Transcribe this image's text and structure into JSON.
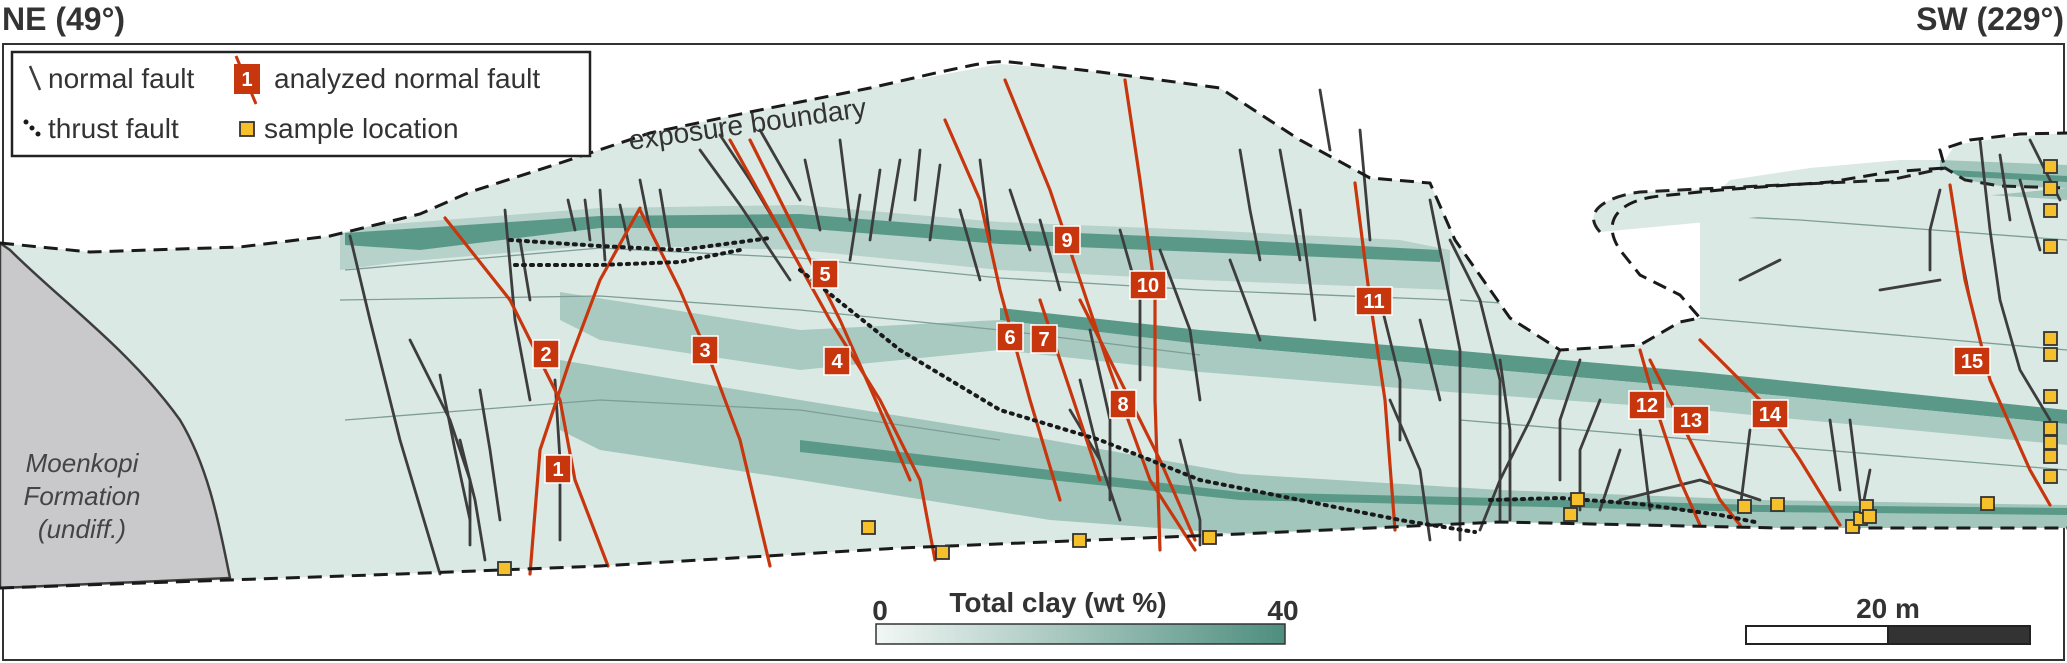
{
  "orientation": {
    "left": "NE (49°)",
    "right": "SW (229°)"
  },
  "legend": {
    "normal_fault": "normal fault",
    "analyzed_fault": "analyzed normal fault",
    "analyzed_example_number": "1",
    "thrust_fault": "thrust fault",
    "sample_location": "sample location"
  },
  "boundary_label": "exposure boundary",
  "formation_label": [
    "Moenkopi",
    "Formation",
    "(undiff.)"
  ],
  "colorbar": {
    "title": "Total clay (wt %)",
    "min": "0",
    "max": "40"
  },
  "scalebar": {
    "label": "20 m"
  },
  "fault_labels": [
    "1",
    "2",
    "3",
    "4",
    "5",
    "6",
    "7",
    "8",
    "9",
    "10",
    "11",
    "12",
    "13",
    "14",
    "15"
  ],
  "colors": {
    "analyzed_fault": "#c8360e",
    "normal_fault": "#3d3d3d",
    "sample": "#f5c02a",
    "clay_high": "#4e8e7e",
    "clay_mid": "#9fc3b9",
    "clay_low": "#dbe9e4",
    "moenkopi": "#c9c9cb"
  }
}
